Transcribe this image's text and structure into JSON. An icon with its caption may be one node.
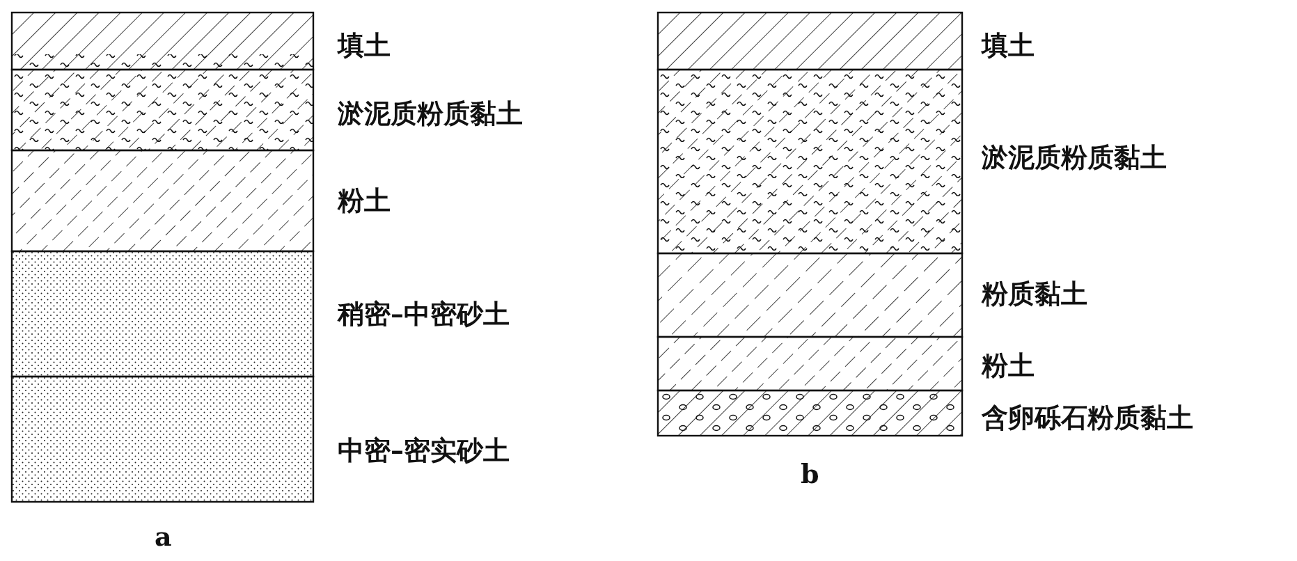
{
  "diagram": {
    "nodes": [
      {
        "text": [
          "填土"
        ]
      },
      {
        "text": [
          "淤泥质粉质黏土"
        ]
      },
      {
        "text": [
          "粉土"
        ]
      },
      {
        "text": [
          "稍密–中密砂土"
        ]
      },
      {
        "text": [
          "中密–密实砂土"
        ]
      },
      {
        "text": [
          "填土"
        ]
      },
      {
        "text": [
          "淤泥质粉质黏土"
        ]
      },
      {
        "text": [
          "粉质黏土"
        ]
      },
      {
        "text": [
          "粉土"
        ]
      },
      {
        "text": [
          "含卵砾石粉质黏土"
        ]
      }
    ],
    "labels": [
      "a",
      "b"
    ]
  }
}
